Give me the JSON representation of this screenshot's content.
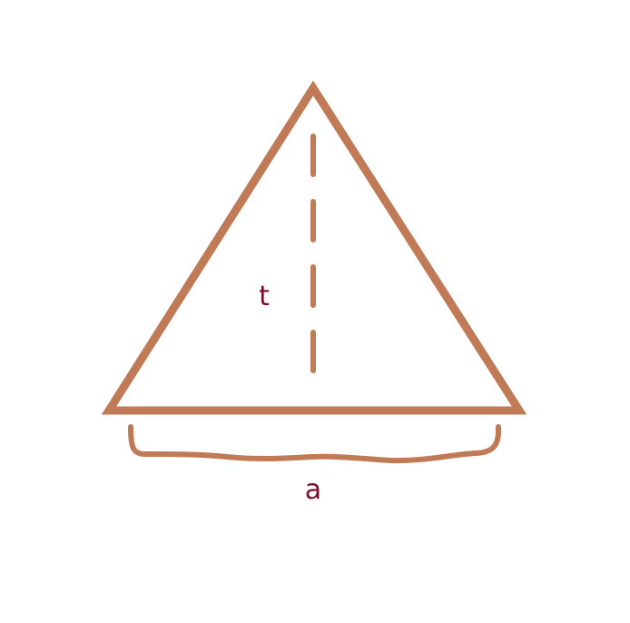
{
  "diagram": {
    "shape": "triangle",
    "labels": {
      "height": "t",
      "base": "a"
    },
    "colors": {
      "stroke": "#c07a56",
      "label": "#7a0f2a",
      "background": "#ffffff"
    }
  }
}
